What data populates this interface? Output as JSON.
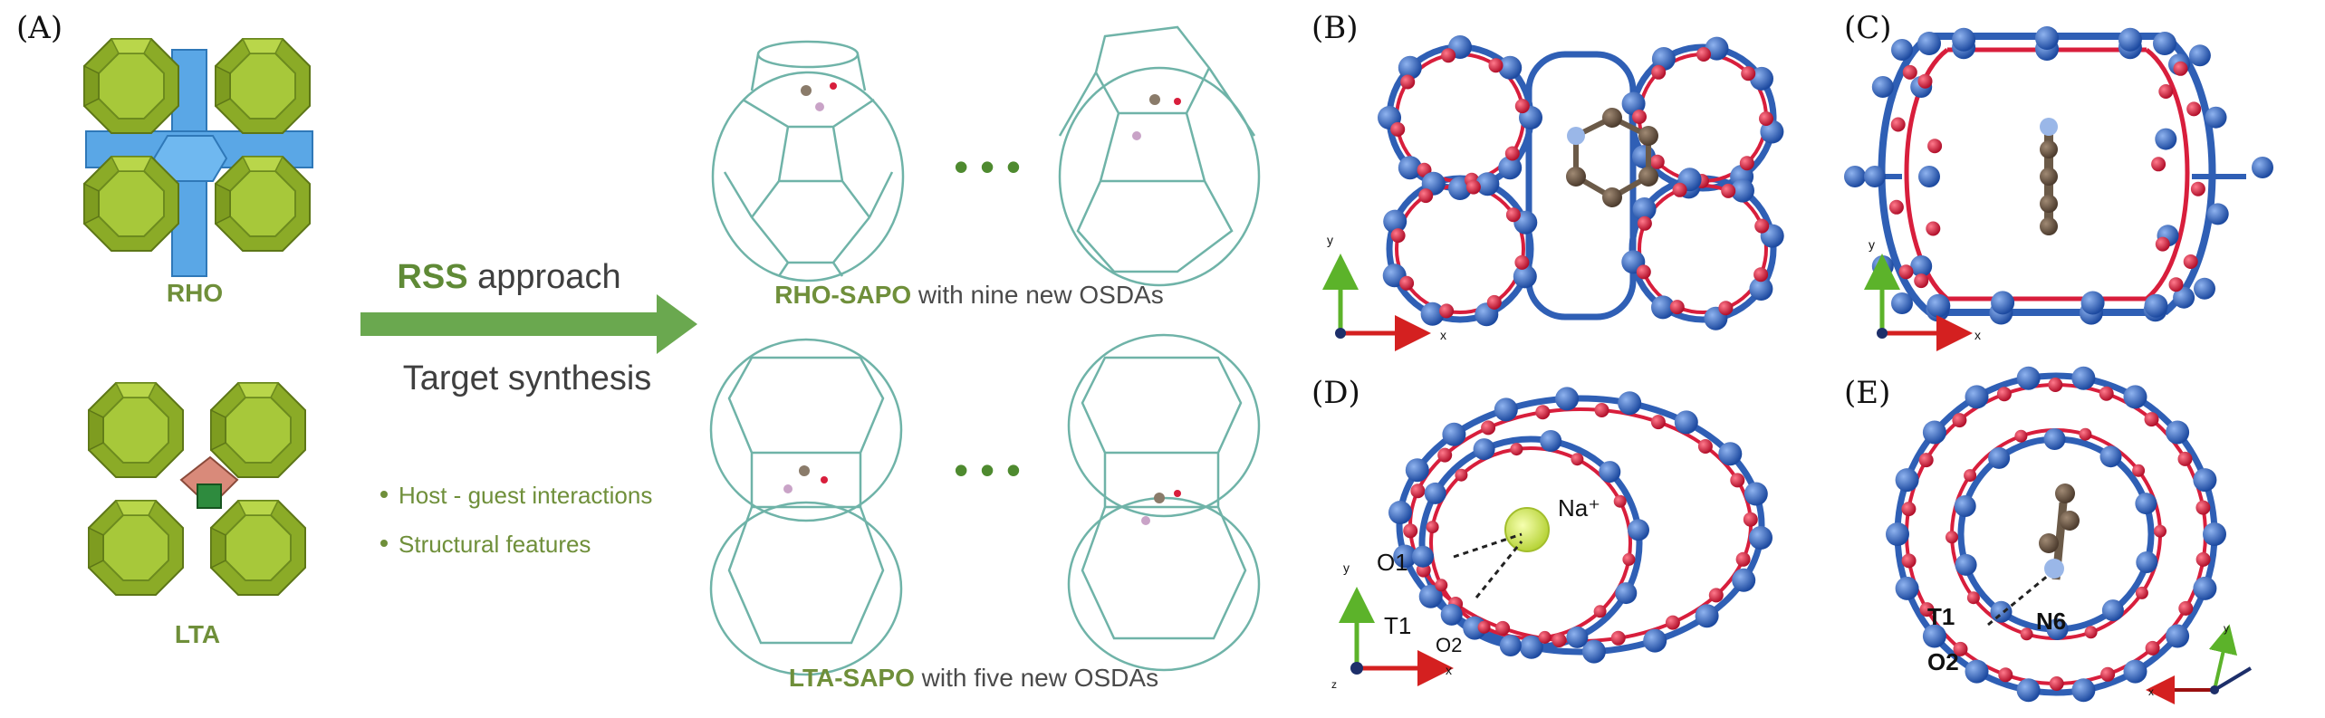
{
  "panels": {
    "A": "(A)",
    "B": "(B)",
    "C": "(C)",
    "D": "(D)",
    "E": "(E)"
  },
  "left": {
    "top_framework": "RHO",
    "bottom_framework": "LTA"
  },
  "arrow": {
    "top_text_bold": "RSS",
    "top_text_rest": " approach",
    "bottom_text": "Target synthesis"
  },
  "bullets": [
    "Host - guest interactions",
    "Structural features"
  ],
  "captions": {
    "rho_bold": "RHO-SAPO",
    "rho_rest": " with nine new OSDAs",
    "lta_bold": "LTA-SAPO",
    "lta_rest": " with five new OSDAs"
  },
  "ellipsis": "• • •",
  "axes": {
    "B": {
      "y": "y",
      "x": "x"
    },
    "C": {
      "y": "y",
      "x": "x"
    },
    "D": {
      "y": "y",
      "x": "x",
      "z": "z"
    },
    "E": {
      "y": "y",
      "x": "x"
    }
  },
  "atom_labels": {
    "D": {
      "Na": "Na⁺",
      "O1": "O1",
      "T1": "T1",
      "O2": "O2"
    },
    "E": {
      "T1": "T1",
      "N6": "N6",
      "O2": "O2"
    }
  },
  "colors": {
    "olive": "#9fbe34",
    "blue_cage": "#5aa7e6",
    "arrow_green": "#6aa84f",
    "wire": "#6fb3a8",
    "T_atom": "#2f5fb5",
    "O_atom": "#d81e3c"
  }
}
